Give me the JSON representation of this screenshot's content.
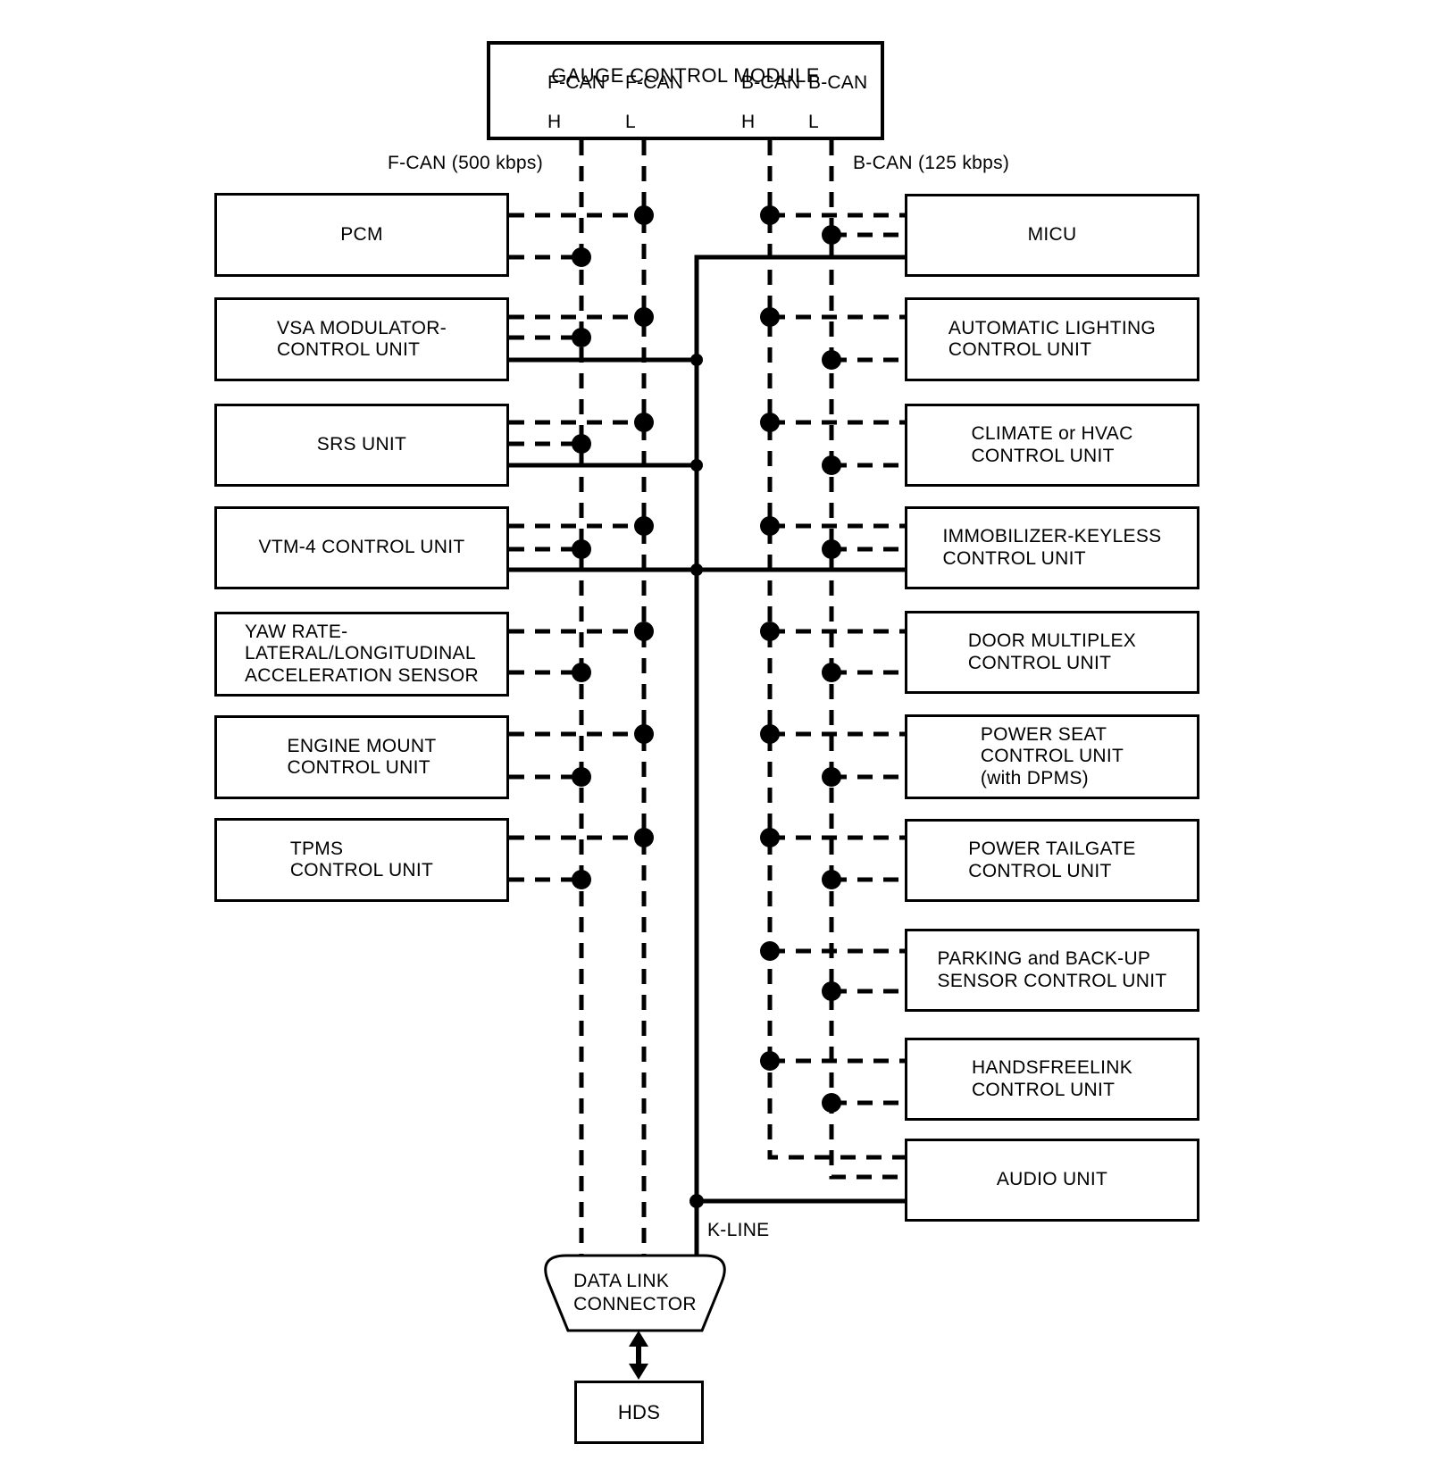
{
  "module": {
    "title": "GAUGE CONTROL MODULE",
    "pins": [
      {
        "bus": "F-CAN",
        "wire": "H"
      },
      {
        "bus": "F-CAN",
        "wire": "L"
      },
      {
        "bus": "B-CAN",
        "wire": "H"
      },
      {
        "bus": "B-CAN",
        "wire": "L"
      }
    ]
  },
  "bus_labels": {
    "f_can": "F-CAN (500 kbps)",
    "b_can": "B-CAN (125 kbps)",
    "k_line": "K-LINE"
  },
  "left_units": [
    {
      "label": "PCM",
      "connects": [
        "F-CAN H",
        "F-CAN L"
      ]
    },
    {
      "label": "VSA MODULATOR-\nCONTROL UNIT",
      "connects": [
        "F-CAN H",
        "F-CAN L",
        "K-LINE"
      ]
    },
    {
      "label": "SRS UNIT",
      "connects": [
        "F-CAN H",
        "F-CAN L",
        "K-LINE"
      ]
    },
    {
      "label": "VTM-4 CONTROL UNIT",
      "connects": [
        "F-CAN H",
        "F-CAN L",
        "K-LINE"
      ]
    },
    {
      "label": "YAW RATE-\nLATERAL/LONGITUDINAL\nACCELERATION SENSOR",
      "connects": [
        "F-CAN H",
        "F-CAN L"
      ]
    },
    {
      "label": "ENGINE MOUNT\nCONTROL UNIT",
      "connects": [
        "F-CAN H",
        "F-CAN L"
      ]
    },
    {
      "label": "TPMS\nCONTROL UNIT",
      "connects": [
        "F-CAN H",
        "F-CAN L"
      ]
    }
  ],
  "right_units": [
    {
      "label": "MICU",
      "connects": [
        "B-CAN H",
        "B-CAN L",
        "K-LINE"
      ]
    },
    {
      "label": "AUTOMATIC LIGHTING\nCONTROL UNIT",
      "connects": [
        "B-CAN H",
        "B-CAN L"
      ]
    },
    {
      "label": "CLIMATE or HVAC\nCONTROL UNIT",
      "connects": [
        "B-CAN H",
        "B-CAN L"
      ]
    },
    {
      "label": "IMMOBILIZER-KEYLESS\nCONTROL UNIT",
      "connects": [
        "B-CAN H",
        "B-CAN L",
        "K-LINE"
      ]
    },
    {
      "label": "DOOR MULTIPLEX\nCONTROL UNIT",
      "connects": [
        "B-CAN H",
        "B-CAN L"
      ]
    },
    {
      "label": "POWER SEAT\nCONTROL UNIT\n(with DPMS)",
      "connects": [
        "B-CAN H",
        "B-CAN L"
      ]
    },
    {
      "label": "POWER TAILGATE\nCONTROL UNIT",
      "connects": [
        "B-CAN H",
        "B-CAN L"
      ]
    },
    {
      "label": "PARKING and BACK-UP\nSENSOR CONTROL UNIT",
      "connects": [
        "B-CAN H",
        "B-CAN L"
      ]
    },
    {
      "label": "HANDSFREELINK\nCONTROL UNIT",
      "connects": [
        "B-CAN H",
        "B-CAN L"
      ]
    },
    {
      "label": "AUDIO UNIT",
      "connects": [
        "B-CAN H",
        "B-CAN L",
        "K-LINE"
      ]
    }
  ],
  "data_link_connector": {
    "label": "DATA LINK\nCONNECTOR",
    "connects": [
      "F-CAN H",
      "F-CAN L",
      "K-LINE",
      "HDS"
    ]
  },
  "diagnostic_tester": {
    "label": "HDS",
    "connects": [
      "DATA LINK CONNECTOR"
    ]
  },
  "colors": {
    "line": "#000000",
    "background": "#ffffff"
  }
}
